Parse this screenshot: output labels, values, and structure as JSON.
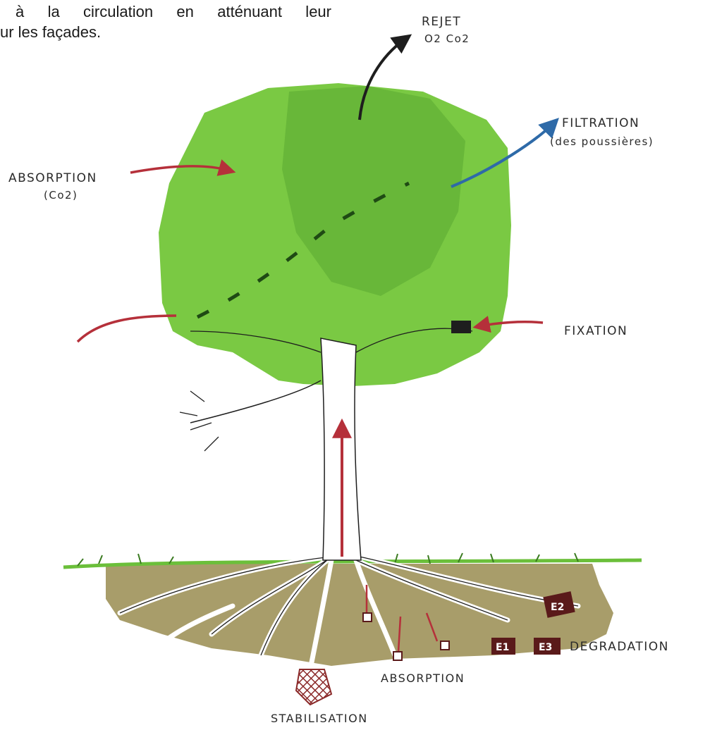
{
  "caption": {
    "line1": "à la circulation en atténuant leur",
    "line2": "ur les façades."
  },
  "labels": {
    "rejet": "REJET",
    "rejet_gases": "O2 Co2",
    "filtration": "FILTRATION",
    "filtration_sub": "(des poussières)",
    "absorption_top": "ABSORPTION",
    "absorption_top_sub": "(Co2)",
    "fixation": "FIXATION",
    "degradation": "DEGRADATION",
    "absorption_bottom": "ABSORPTION",
    "stabilisation": "STABILISATION",
    "e1": "E1",
    "e2": "E2",
    "e3": "E3"
  },
  "colors": {
    "canopy": "#7ac943",
    "canopy_dark": "#5aa832",
    "soil": "#a89d6a",
    "grass": "#6bbf3a",
    "red_arrow": "#b5303a",
    "blue_arrow": "#2e6aa8",
    "black_arrow": "#1e1e1e",
    "marker": "#5a1a1a"
  }
}
